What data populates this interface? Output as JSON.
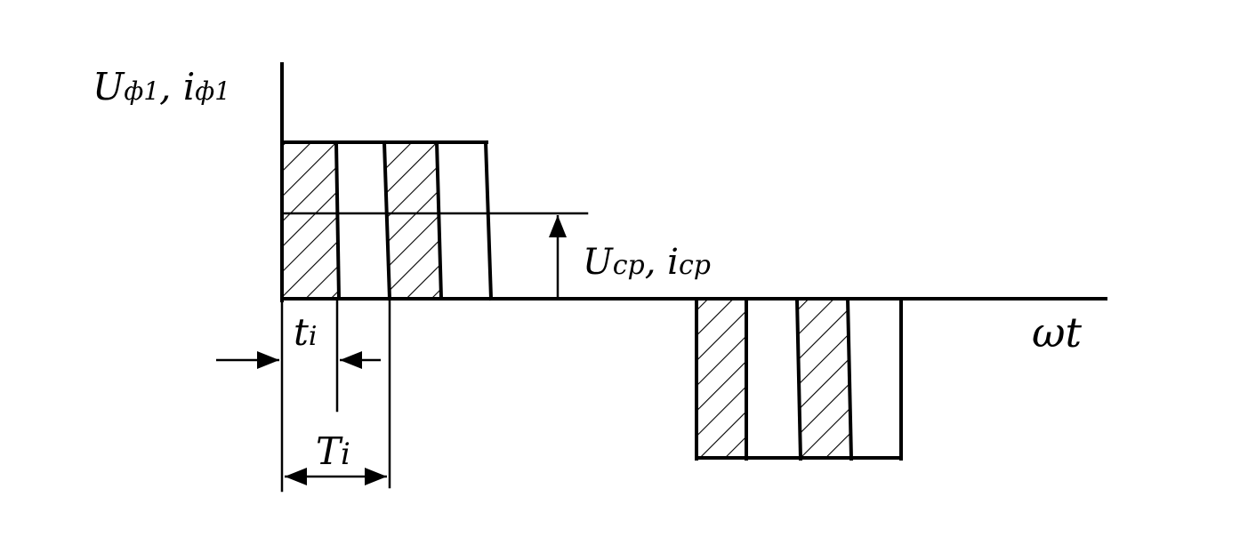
{
  "labels": {
    "y_axis": {
      "main": "Uф1, iф1",
      "parts": [
        "U",
        "ф1",
        ", ",
        "i",
        "ф1"
      ]
    },
    "average": {
      "main": "Uср, iср",
      "parts": [
        "U",
        "ср",
        ", ",
        "i",
        "ср"
      ]
    },
    "x_axis": "ωt",
    "pulse_width": {
      "parts": [
        "t",
        "i"
      ]
    },
    "pulse_period": {
      "parts": [
        "T",
        "i"
      ]
    }
  },
  "colors": {
    "ink": "#000000",
    "paper": "#ffffff"
  }
}
